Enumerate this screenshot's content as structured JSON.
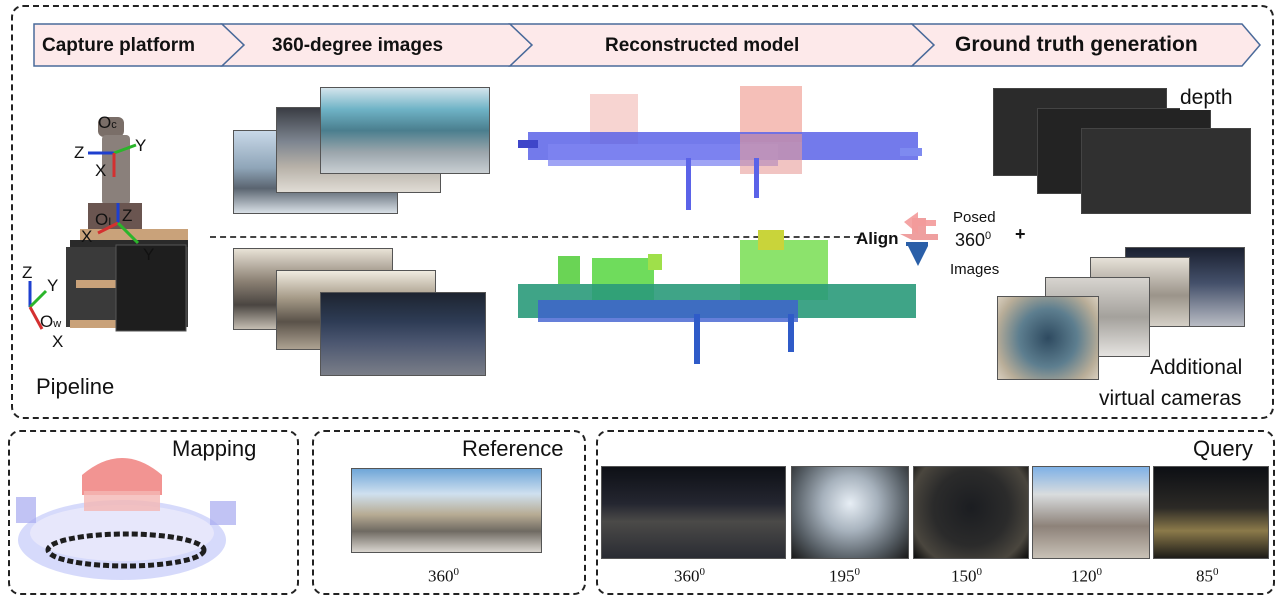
{
  "pipeline": {
    "steps": [
      "Capture platform",
      "360-degree images",
      "Reconstructed model",
      "Ground truth generation"
    ],
    "label": "Pipeline",
    "axes": {
      "camera_origin": "O",
      "camera_origin_sub": "c",
      "imu_origin": "O",
      "imu_origin_sub": "I",
      "world_origin": "O",
      "world_origin_sub": "w",
      "x": "X",
      "y": "Y",
      "z": "Z"
    },
    "align_label": "Align",
    "posed_line1": "Posed",
    "posed_number": "360",
    "posed_sup": "0",
    "posed_line3": "Images",
    "plus": "+",
    "depth_label": "depth",
    "virtual_line1": "Additional",
    "virtual_line2": "virtual cameras"
  },
  "mapping": {
    "title": "Mapping"
  },
  "reference": {
    "title": "Reference",
    "fov": "360",
    "fov_sup": "0"
  },
  "query": {
    "title": "Query",
    "fovs": [
      {
        "n": "360",
        "sup": "0"
      },
      {
        "n": "195",
        "sup": "0"
      },
      {
        "n": "150",
        "sup": "0"
      },
      {
        "n": "120",
        "sup": "0"
      },
      {
        "n": "85",
        "sup": "0"
      }
    ]
  },
  "colors": {
    "header_fill": "#fde9ea",
    "header_stroke": "#4a6a9a",
    "cloud_blue": "#5b63e8",
    "cloud_red": "#f2a9a0",
    "cloud_green": "#5fd84a",
    "cloud_teal": "#2a9a7a",
    "depth_dark": "#2a2a2a",
    "arrow_red": "#e25050",
    "arrow_blue": "#2a5fa8"
  }
}
